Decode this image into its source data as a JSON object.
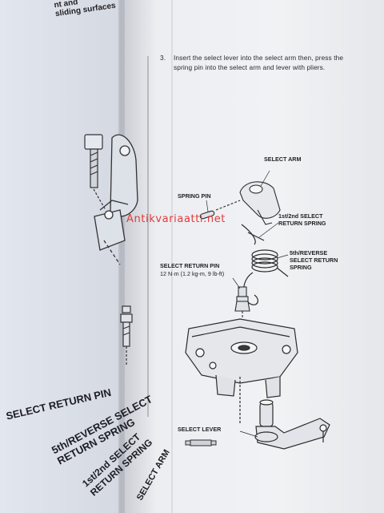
{
  "left_page": {
    "top_fragment_1": "nt and",
    "top_fragment_2": "sliding surfaces",
    "labels": {
      "select_return_pin": "SELECT RETURN PIN",
      "fifth_reverse_spring": "5th/REVERSE SELECT\nRETURN SPRING",
      "first_second_spring": "1st/2nd SELECT\nRETURN SPRING",
      "select_arm": "SELECT ARM"
    }
  },
  "right_page": {
    "step_number": "3.",
    "step_text": "Insert the select lever into the select arm then, press the spring pin into the select arm and lever with pliers.",
    "labels": {
      "select_arm": "SELECT ARM",
      "spring_pin": "SPRING PIN",
      "first_second_spring": "1st/2nd SELECT\nRETURN SPRING",
      "fifth_reverse_spring": "5th/REVERSE\nSELECT RETURN\nSPRING",
      "select_return_pin": "SELECT RETURN PIN",
      "torque": "12 N·m (1.2 kg-m, 9 lb-ft)",
      "select_lever": "SELECT LEVER"
    }
  },
  "watermark": "Antikvariaatti.net",
  "colors": {
    "watermark": "#e23a3a",
    "ink": "#222222",
    "paper": "#f1f2f4"
  }
}
